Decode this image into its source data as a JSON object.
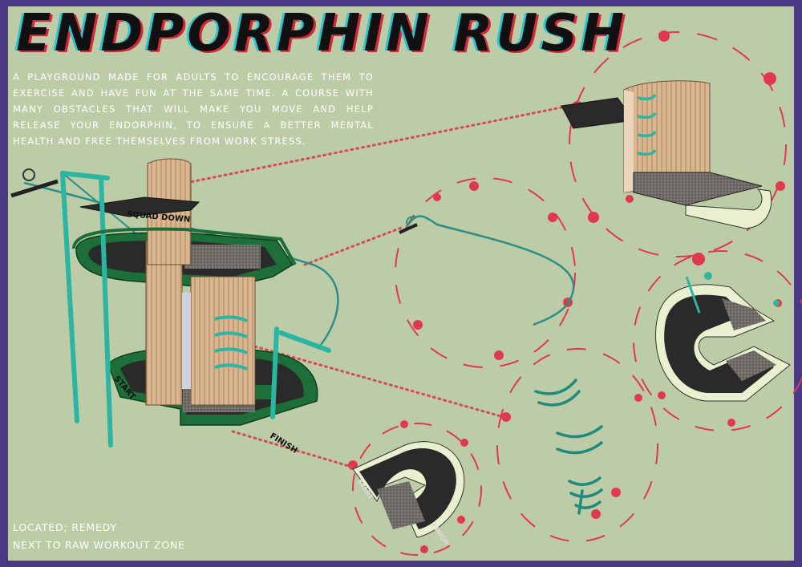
{
  "title": "ENDPORPHIN RUSH",
  "description": "A PLAYGROUND MADE FOR ADULTS TO ENCOURAGE THEM TO EXERCISE AND HAVE FUN AT THE SAME TIME. A COURSE WITH MANY OBSTACLES THAT WILL MAKE YOU MOVE AND HELP RELEASE YOUR ENDORPHIN, TO ENSURE A BETTER MENTAL HEALTH AND FREE THEMSELVES FROM WORK STRESS.",
  "location": {
    "line1": "LOCATED; REMEDY",
    "line2": "NEXT TO RAW WORKOUT ZONE"
  },
  "labels": {
    "squad_down": "SQUAD DOWN",
    "start": "START",
    "finish": "FINISH"
  },
  "colors": {
    "background": "#bccca6",
    "frame": "#4a3a86",
    "accent_red": "#e0394f",
    "teal": "#1f9f8f",
    "dark_green": "#1e6e3a",
    "wood": "#d7b38e",
    "deck": "#2a2a2a"
  }
}
